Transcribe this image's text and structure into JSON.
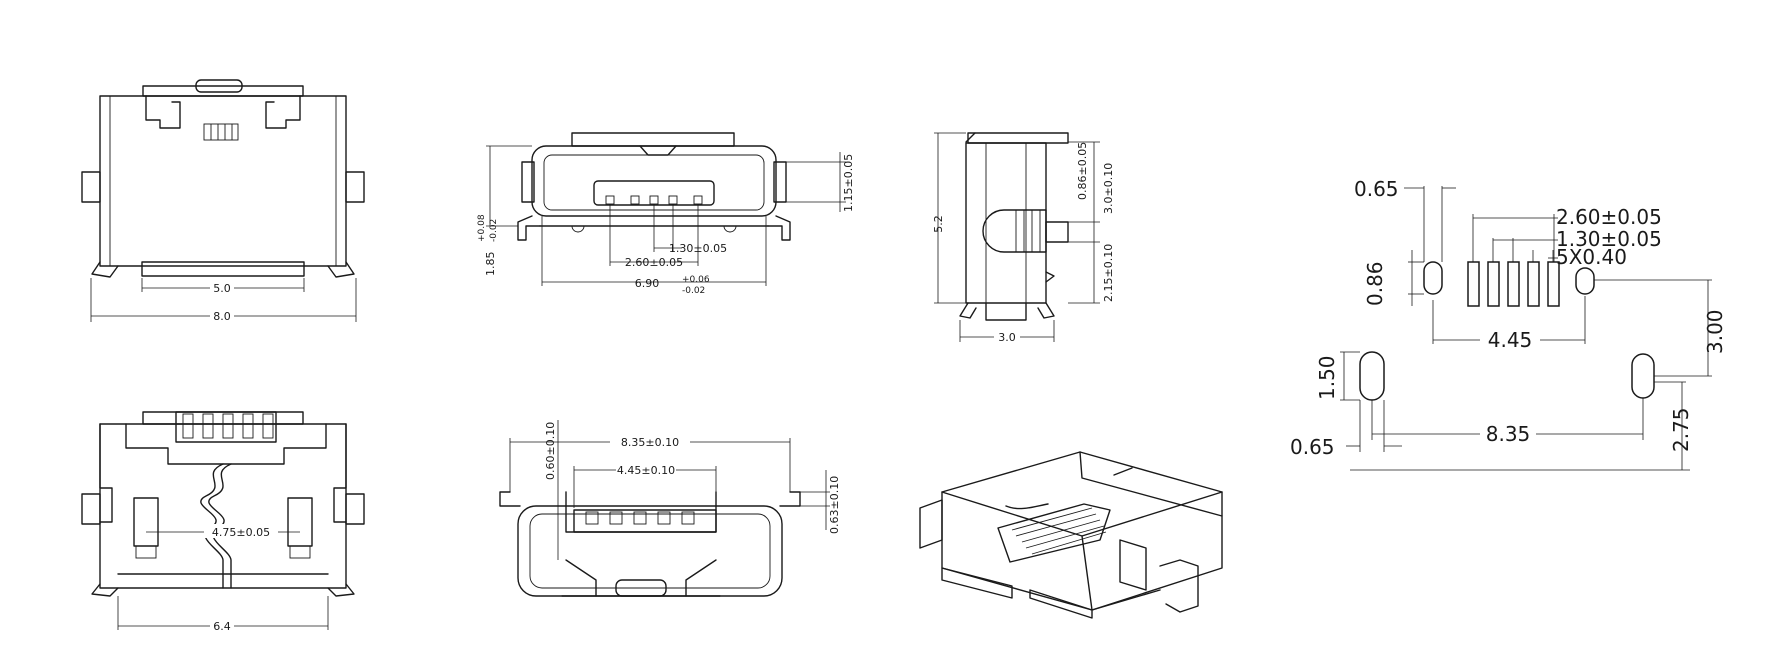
{
  "top_front_view": {
    "dim_inner_width": "5.0",
    "dim_overall_width": "8.0"
  },
  "front_mouth_view": {
    "dim_width_main": "6.90",
    "dim_width_upper_tol": "+0.06",
    "dim_width_lower_tol": "-0.02",
    "dim_pitch_outer": "2.60±0.05",
    "dim_pitch_inner": "1.30±0.05",
    "dim_height_main": "1.85",
    "dim_height_upper_tol": "+0.08",
    "dim_height_lower_tol": "-0.02",
    "dim_right_height": "1.15±0.05"
  },
  "side_view": {
    "dim_height": "5.2",
    "dim_width": "3.0",
    "dim_post_height": "0.86±0.05",
    "dim_upper": "3.0±0.10",
    "dim_lower": "2.15±0.10"
  },
  "bottom_view": {
    "dim_slot_pitch": "4.75±0.05",
    "dim_width": "6.4"
  },
  "rear_view": {
    "dim_overall": "8.35±0.10",
    "dim_inner": "4.45±0.10",
    "dim_left": "0.60±0.10",
    "dim_right": "0.63±0.10"
  },
  "pcb_footprint": {
    "dim_pad_width_top": "0.65",
    "dim_pad_height": "0.86",
    "dim_pitch_outer": "2.60±0.05",
    "dim_pitch_inner": "1.30±0.05",
    "dim_pad_count": "5X0.40",
    "dim_pin_span": "4.45",
    "dim_height_300": "3.00",
    "dim_slot_height": "1.50",
    "dim_slot_width": "0.65",
    "dim_slot_span": "8.35",
    "dim_height_275": "2.75"
  }
}
